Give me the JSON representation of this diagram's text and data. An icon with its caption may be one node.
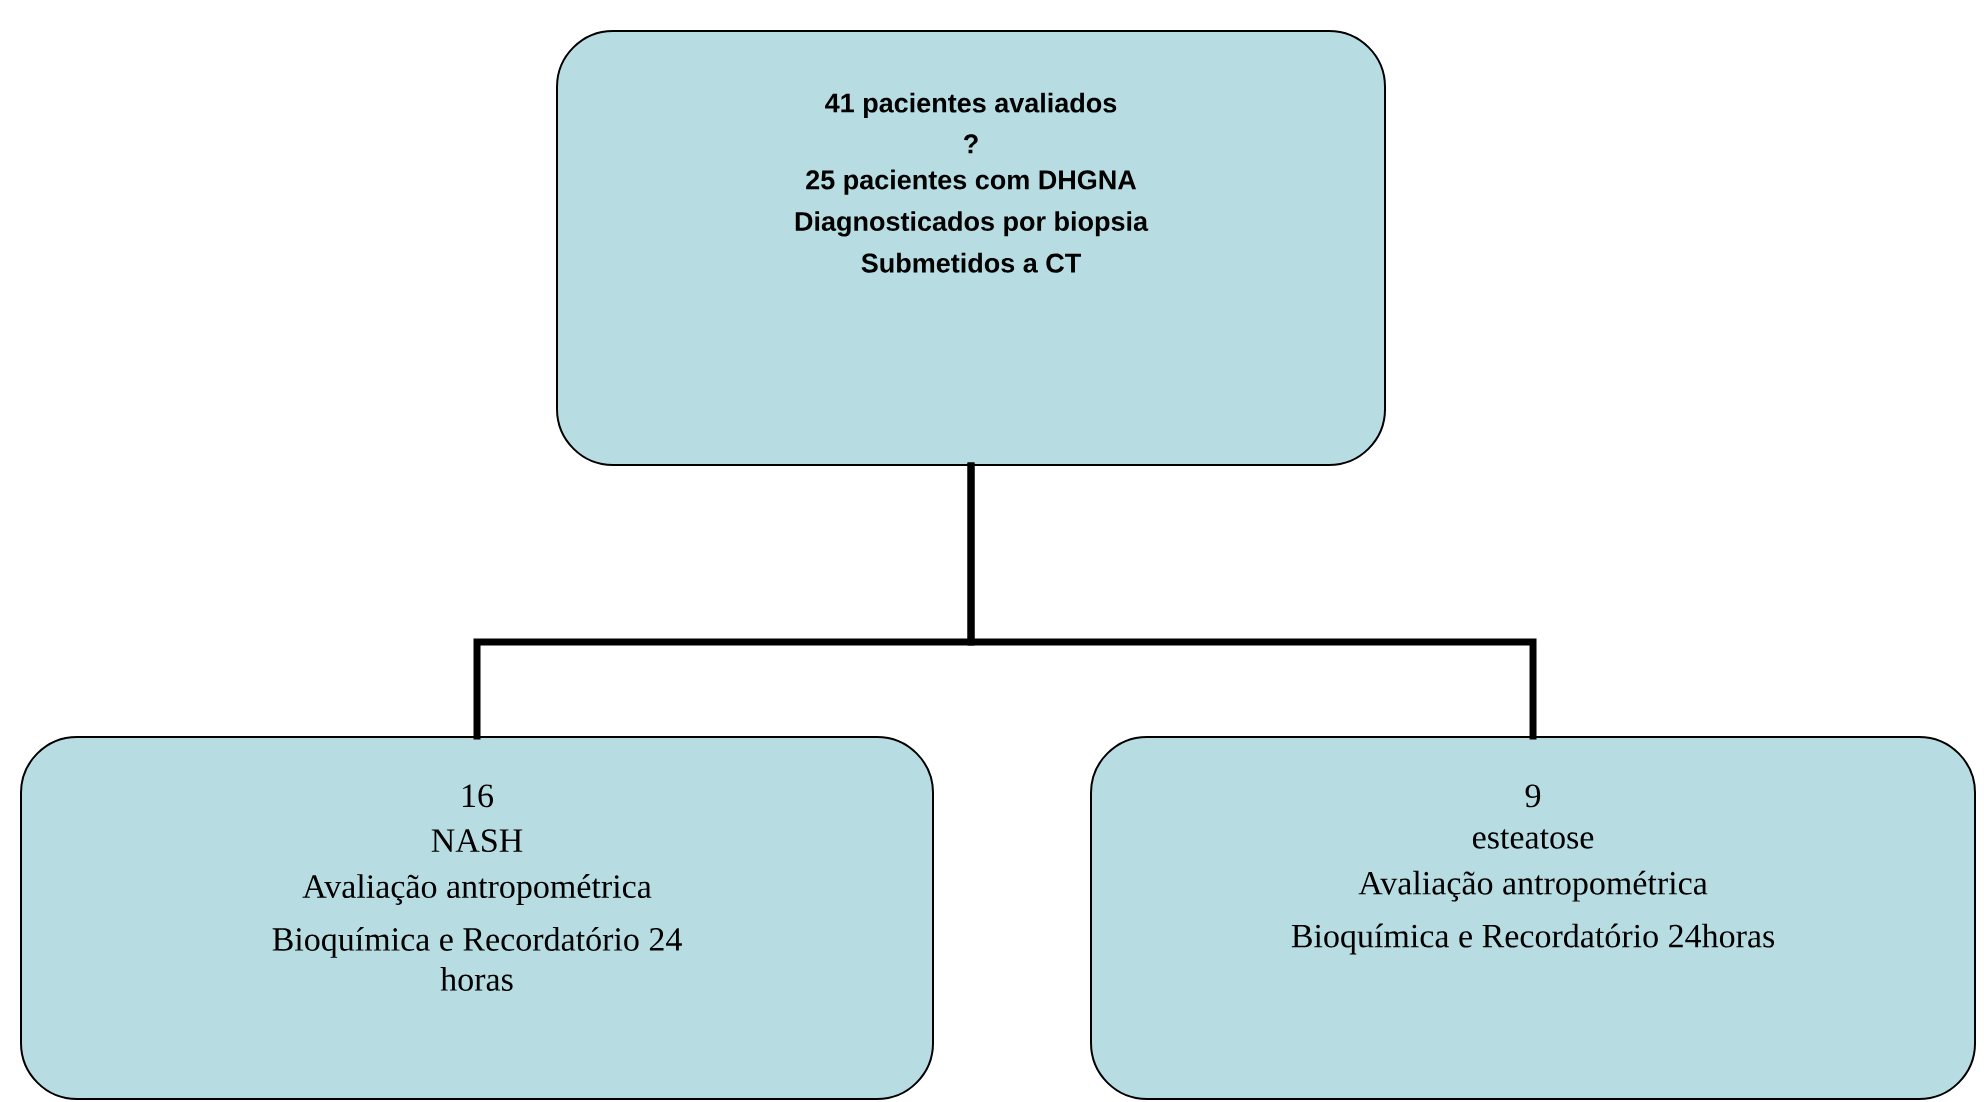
{
  "diagram": {
    "nodes": [
      {
        "text": [
          "41 pacientes avaliados",
          "?",
          "25 pacientes com DHGNA",
          "Diagnosticados por biopsia",
          "Submetidos a CT"
        ]
      },
      {
        "text": [
          "16",
          "NASH",
          "Avaliação antropométrica",
          "Bioquímica e Recordatório 24 horas"
        ]
      },
      {
        "text": [
          "9",
          "esteatose",
          "Avaliação antropométrica",
          "Bioquímica e Recordatório 24horas"
        ]
      }
    ],
    "edges": [
      {
        "from": 0,
        "to": 1,
        "arrow": "none"
      },
      {
        "from": 0,
        "to": 2,
        "arrow": "none"
      }
    ]
  }
}
